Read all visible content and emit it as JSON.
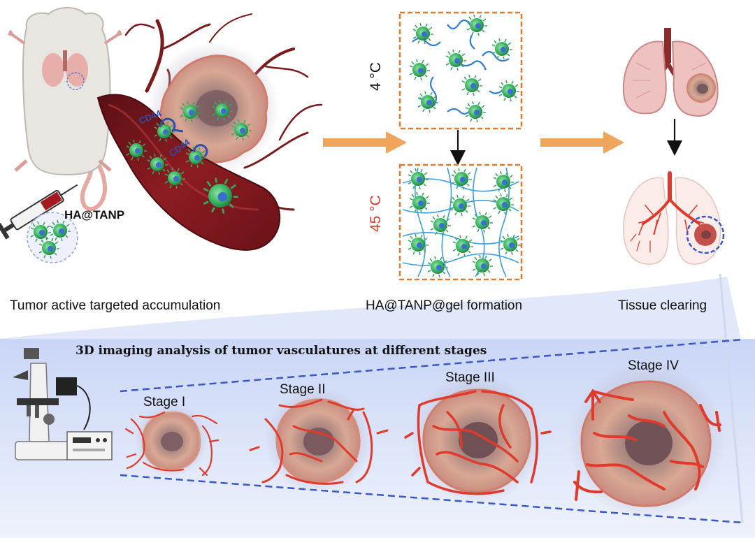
{
  "captions": {
    "accumulation": "Tumor active targeted accumulation",
    "gel_formation": "HA@TANP@gel formation",
    "tissue_clearing": "Tissue clearing"
  },
  "labels": {
    "nanoparticle": "HA@TANP",
    "receptor_1": "CD44",
    "receptor_2": "CD44",
    "temp_cold": "4 °C",
    "temp_hot": "45 °C"
  },
  "panel": {
    "title": "3D imaging analysis of  tumor vasculatures at different stages",
    "stages": [
      "Stage I",
      "Stage II",
      "Stage III",
      "Stage IV"
    ]
  },
  "colors": {
    "arrow_orange": "#F0A55C",
    "box_border": "#E07A2E",
    "dash_blue": "#3A56C8",
    "vessel_red": "#E03A2C",
    "temp_hot": "#E03A2C",
    "panel_bg": "#E6EDFB"
  }
}
